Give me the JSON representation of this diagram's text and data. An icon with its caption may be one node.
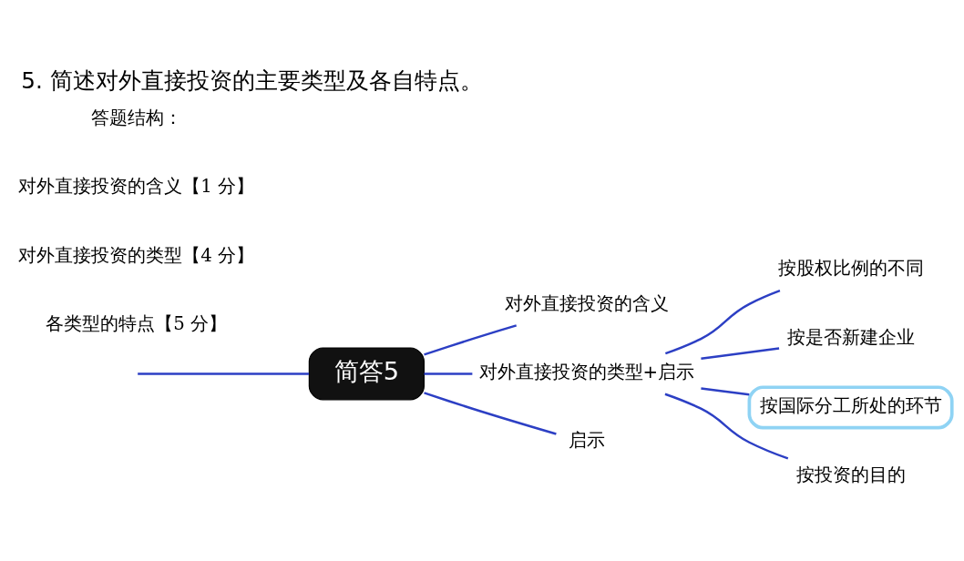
{
  "diagram": {
    "title": "5. 简述对外直接投资的主要类型及各自特点。",
    "nodes": [
      {
        "text": [
          "简答5"
        ]
      },
      {
        "text": [
          "对外直接投资的含义"
        ]
      },
      {
        "text": [
          "对外直接投资的类型+启示"
        ]
      },
      {
        "text": [
          "启示"
        ]
      },
      {
        "text": [
          "按股权比例的不同"
        ]
      },
      {
        "text": [
          "按是否新建企业"
        ]
      },
      {
        "text": [
          "按国际分工所处的环节"
        ]
      },
      {
        "text": [
          "按投资的目的"
        ]
      }
    ],
    "edges": [
      {
        "from": null,
        "to": 0,
        "arrow": "none",
        "color": "#2c3fc4"
      },
      {
        "from": 0,
        "to": 1,
        "arrow": "none",
        "color": "#2c3fc4"
      },
      {
        "from": 0,
        "to": 2,
        "arrow": "none",
        "color": "#2c3fc4"
      },
      {
        "from": 0,
        "to": 3,
        "arrow": "none",
        "color": "#2c3fc4"
      },
      {
        "from": 2,
        "to": 4,
        "arrow": "none",
        "color": "#2c3fc4"
      },
      {
        "from": 2,
        "to": 5,
        "arrow": "none",
        "color": "#2c3fc4"
      },
      {
        "from": 2,
        "to": 6,
        "arrow": "none",
        "color": "#2c3fc4"
      },
      {
        "from": 2,
        "to": 7,
        "arrow": "none",
        "color": "#2c3fc4"
      }
    ],
    "labels": [
      "答题结构：",
      "对外直接投资的含义【1 分】",
      "对外直接投资的类型【4 分】",
      "各类型的特点【5 分】"
    ]
  }
}
